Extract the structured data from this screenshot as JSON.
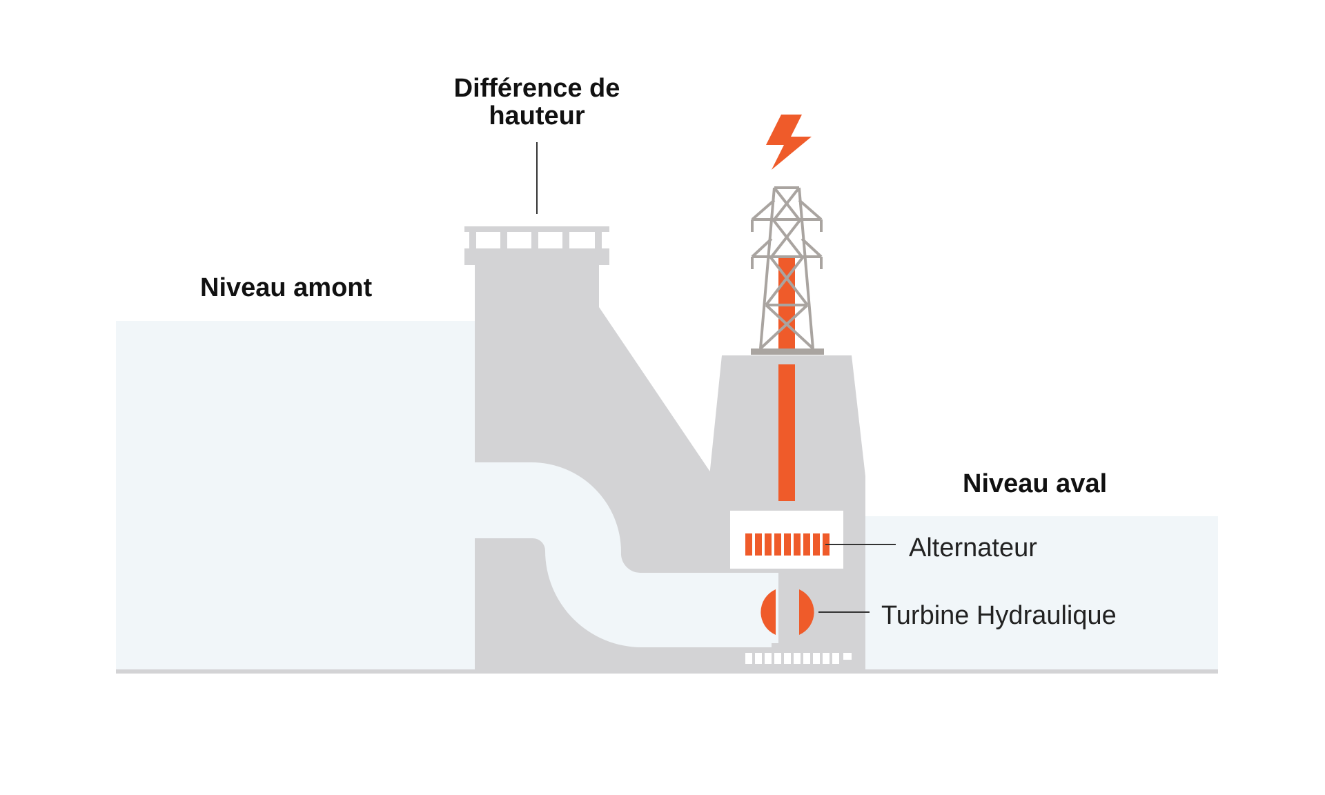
{
  "labels": {
    "height_difference_line1": "Différence de",
    "height_difference_line2": "hauteur",
    "upstream_level": "Niveau amont",
    "downstream_level": "Niveau aval",
    "alternator": "Alternateur",
    "turbine": "Turbine Hydraulique"
  },
  "colors": {
    "water": "#f1f6f9",
    "structure": "#d3d3d5",
    "accent": "#ef5b2a",
    "line": "#333333",
    "pylon": "#a9a4a0"
  },
  "icons": {
    "lightning": "lightning-bolt-icon",
    "pylon": "transmission-tower-icon"
  }
}
